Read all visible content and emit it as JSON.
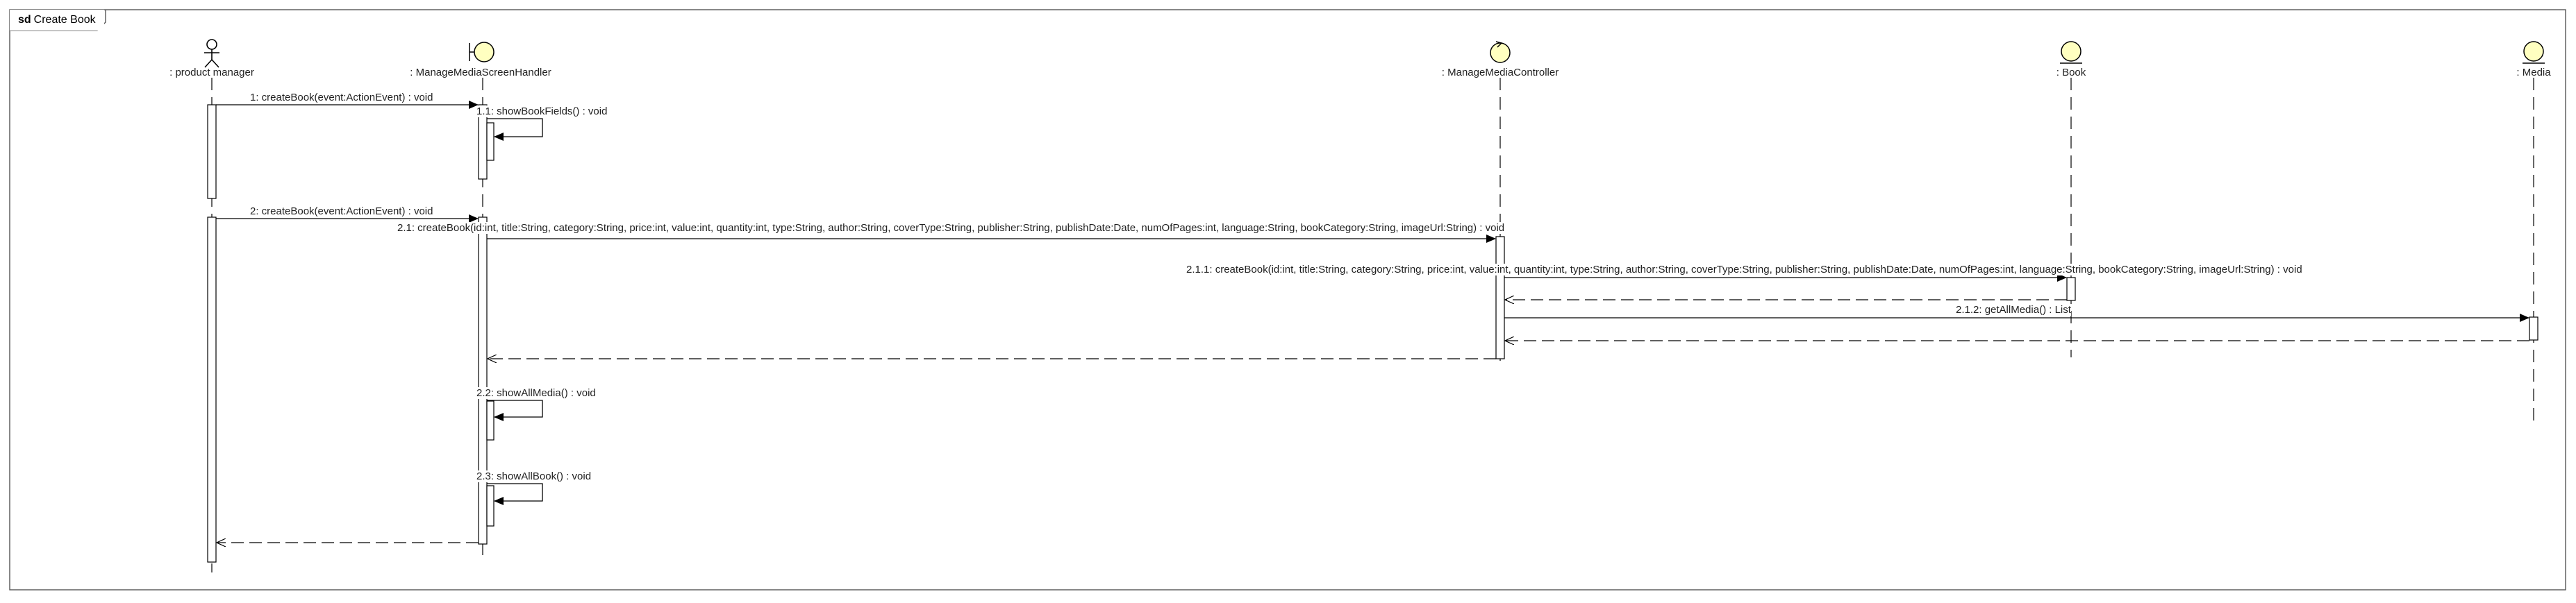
{
  "frame": {
    "keyword": "sd",
    "title": "Create Book"
  },
  "lifelines": [
    {
      "name": ": product manager",
      "kind": "actor"
    },
    {
      "name": ": ManageMediaScreenHandler",
      "kind": "boundary"
    },
    {
      "name": ": ManageMediaController",
      "kind": "control"
    },
    {
      "name": ": Book",
      "kind": "entity"
    },
    {
      "name": ": Media",
      "kind": "entity"
    }
  ],
  "messages": [
    {
      "label": "1: createBook(event:ActionEvent) : void",
      "from": ": product manager",
      "to": ": ManageMediaScreenHandler",
      "kind": "sync"
    },
    {
      "label": "1.1: showBookFields() : void",
      "from": ": ManageMediaScreenHandler",
      "to": ": ManageMediaScreenHandler",
      "kind": "self"
    },
    {
      "label": "2: createBook(event:ActionEvent) : void",
      "from": ": product manager",
      "to": ": ManageMediaScreenHandler",
      "kind": "sync"
    },
    {
      "label": "2.1: createBook(id:int, title:String, category:String, price:int, value:int, quantity:int, type:String, author:String, coverType:String, publisher:String, publishDate:Date, numOfPages:int, language:String, bookCategory:String, imageUrl:String) : void",
      "from": ": ManageMediaScreenHandler",
      "to": ": ManageMediaController",
      "kind": "sync"
    },
    {
      "label": "2.1.1: createBook(id:int, title:String, category:String, price:int, value:int, quantity:int, type:String, author:String, coverType:String, publisher:String, publishDate:Date, numOfPages:int, language:String, bookCategory:String, imageUrl:String) : void",
      "from": ": ManageMediaController",
      "to": ": Book",
      "kind": "sync"
    },
    {
      "label": "",
      "from": ": Book",
      "to": ": ManageMediaController",
      "kind": "return"
    },
    {
      "label": "2.1.2: getAllMedia() : List",
      "from": ": ManageMediaController",
      "to": ": Media",
      "kind": "sync"
    },
    {
      "label": "",
      "from": ": Media",
      "to": ": ManageMediaController",
      "kind": "return"
    },
    {
      "label": "",
      "from": ": ManageMediaController",
      "to": ": ManageMediaScreenHandler",
      "kind": "return"
    },
    {
      "label": "2.2: showAllMedia() : void",
      "from": ": ManageMediaScreenHandler",
      "to": ": ManageMediaScreenHandler",
      "kind": "self"
    },
    {
      "label": "2.3: showAllBook() : void",
      "from": ": ManageMediaScreenHandler",
      "to": ": ManageMediaScreenHandler",
      "kind": "self"
    },
    {
      "label": "",
      "from": ": ManageMediaScreenHandler",
      "to": ": product manager",
      "kind": "return"
    }
  ]
}
